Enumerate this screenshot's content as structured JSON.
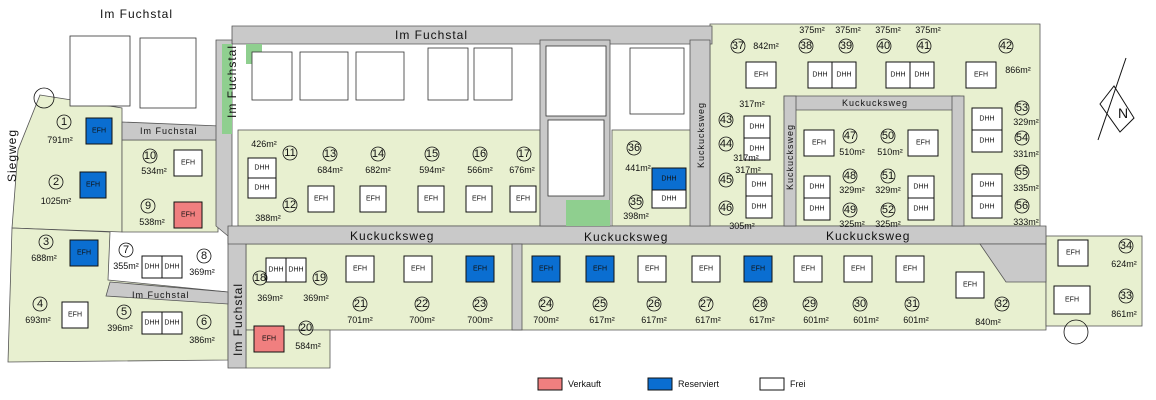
{
  "colors": {
    "sold": "#f07f7f",
    "reserved": "#0a6ed1",
    "free": "#ffffff",
    "lot": "#e8f0d0",
    "road": "#c9c9c9"
  },
  "streets": {
    "im_fuchstal": "Im Fuchstal",
    "kuckucksweg": "Kuckucksweg",
    "siegweg": "Siegweg"
  },
  "house_types": {
    "efh": "EFH",
    "dhh": "DHH"
  },
  "legend": [
    {
      "label": "Verkauft",
      "status": "sold"
    },
    {
      "label": "Reserviert",
      "status": "reserved"
    },
    {
      "label": "Frei",
      "status": "free"
    }
  ],
  "lots": [
    {
      "number": "1",
      "area": "791m²",
      "status": "reserved",
      "type": "EFH"
    },
    {
      "number": "2",
      "area": "1025m²",
      "status": "reserved",
      "type": "EFH"
    },
    {
      "number": "3",
      "area": "688m²",
      "status": "reserved",
      "type": "EFH"
    },
    {
      "number": "4",
      "area": "693m²",
      "status": "free",
      "type": "EFH"
    },
    {
      "number": "5",
      "area": "396m²",
      "status": "free",
      "type": "DHH"
    },
    {
      "number": "6",
      "area": "386m²",
      "status": "free",
      "type": "DHH"
    },
    {
      "number": "7",
      "area": "355m²",
      "status": "free",
      "type": "DHH"
    },
    {
      "number": "8",
      "area": "369m²",
      "status": "free",
      "type": "DHH"
    },
    {
      "number": "9",
      "area": "538m²",
      "status": "sold",
      "type": "EFH"
    },
    {
      "number": "10",
      "area": "534m²",
      "status": "free",
      "type": "EFH"
    },
    {
      "number": "11",
      "area": "426m²",
      "status": "free",
      "type": "DHH"
    },
    {
      "number": "12",
      "area": "388m²",
      "status": "free",
      "type": "DHH"
    },
    {
      "number": "13",
      "area": "684m²",
      "status": "free",
      "type": "EFH"
    },
    {
      "number": "14",
      "area": "682m²",
      "status": "free",
      "type": "EFH"
    },
    {
      "number": "15",
      "area": "594m²",
      "status": "free",
      "type": "EFH"
    },
    {
      "number": "16",
      "area": "566m²",
      "status": "free",
      "type": "EFH"
    },
    {
      "number": "17",
      "area": "676m²",
      "status": "free",
      "type": "EFH"
    },
    {
      "number": "18",
      "area": "369m²",
      "status": "free",
      "type": "DHH"
    },
    {
      "number": "19",
      "area": "369m²",
      "status": "free",
      "type": "DHH"
    },
    {
      "number": "20",
      "area": "584m²",
      "status": "sold",
      "type": "EFH"
    },
    {
      "number": "21",
      "area": "701m²",
      "status": "free",
      "type": "EFH"
    },
    {
      "number": "22",
      "area": "700m²",
      "status": "free",
      "type": "EFH"
    },
    {
      "number": "23",
      "area": "700m²",
      "status": "reserved",
      "type": "EFH"
    },
    {
      "number": "24",
      "area": "700m²",
      "status": "reserved",
      "type": "EFH"
    },
    {
      "number": "25",
      "area": "617m²",
      "status": "reserved",
      "type": "EFH"
    },
    {
      "number": "26",
      "area": "617m²",
      "status": "free",
      "type": "EFH"
    },
    {
      "number": "27",
      "area": "617m²",
      "status": "free",
      "type": "EFH"
    },
    {
      "number": "28",
      "area": "617m²",
      "status": "reserved",
      "type": "EFH"
    },
    {
      "number": "29",
      "area": "601m²",
      "status": "free",
      "type": "EFH"
    },
    {
      "number": "30",
      "area": "601m²",
      "status": "free",
      "type": "EFH"
    },
    {
      "number": "31",
      "area": "601m²",
      "status": "free",
      "type": "EFH"
    },
    {
      "number": "32",
      "area": "840m²",
      "status": "free",
      "type": "EFH"
    },
    {
      "number": "33",
      "area": "861m²",
      "status": "free",
      "type": "EFH"
    },
    {
      "number": "34",
      "area": "624m²",
      "status": "free",
      "type": "EFH"
    },
    {
      "number": "35",
      "area": "398m²",
      "status": "free",
      "type": "DHH"
    },
    {
      "number": "36",
      "area": "441m²",
      "status": "reserved",
      "type": "DHH"
    },
    {
      "number": "37",
      "area": "842m²",
      "status": "free",
      "type": "EFH"
    },
    {
      "number": "38",
      "area": "375m²",
      "status": "free",
      "type": "DHH"
    },
    {
      "number": "39",
      "area": "375m²",
      "status": "free",
      "type": "DHH"
    },
    {
      "number": "40",
      "area": "375m²",
      "status": "free",
      "type": "DHH"
    },
    {
      "number": "41",
      "area": "375m²",
      "status": "free",
      "type": "DHH"
    },
    {
      "number": "42",
      "area": "866m²",
      "status": "free",
      "type": "EFH"
    },
    {
      "number": "43",
      "area": "317m²",
      "status": "free",
      "type": "DHH"
    },
    {
      "number": "44",
      "area": "317m²",
      "status": "free",
      "type": "DHH"
    },
    {
      "number": "45",
      "area": "317m²",
      "status": "free",
      "type": "DHH"
    },
    {
      "number": "46",
      "area": "305m²",
      "status": "free",
      "type": "DHH"
    },
    {
      "number": "47",
      "area": "510m²",
      "status": "free",
      "type": "EFH"
    },
    {
      "number": "48",
      "area": "329m²",
      "status": "free",
      "type": "DHH"
    },
    {
      "number": "49",
      "area": "325m²",
      "status": "free",
      "type": "DHH"
    },
    {
      "number": "50",
      "area": "510m²",
      "status": "free",
      "type": "EFH"
    },
    {
      "number": "51",
      "area": "329m²",
      "status": "free",
      "type": "DHH"
    },
    {
      "number": "52",
      "area": "325m²",
      "status": "free",
      "type": "DHH"
    },
    {
      "number": "53",
      "area": "329m²",
      "status": "free",
      "type": "DHH"
    },
    {
      "number": "54",
      "area": "331m²",
      "status": "free",
      "type": "DHH"
    },
    {
      "number": "55",
      "area": "335m²",
      "status": "free",
      "type": "DHH"
    },
    {
      "number": "56",
      "area": "333m²",
      "status": "free",
      "type": "DHH"
    }
  ]
}
